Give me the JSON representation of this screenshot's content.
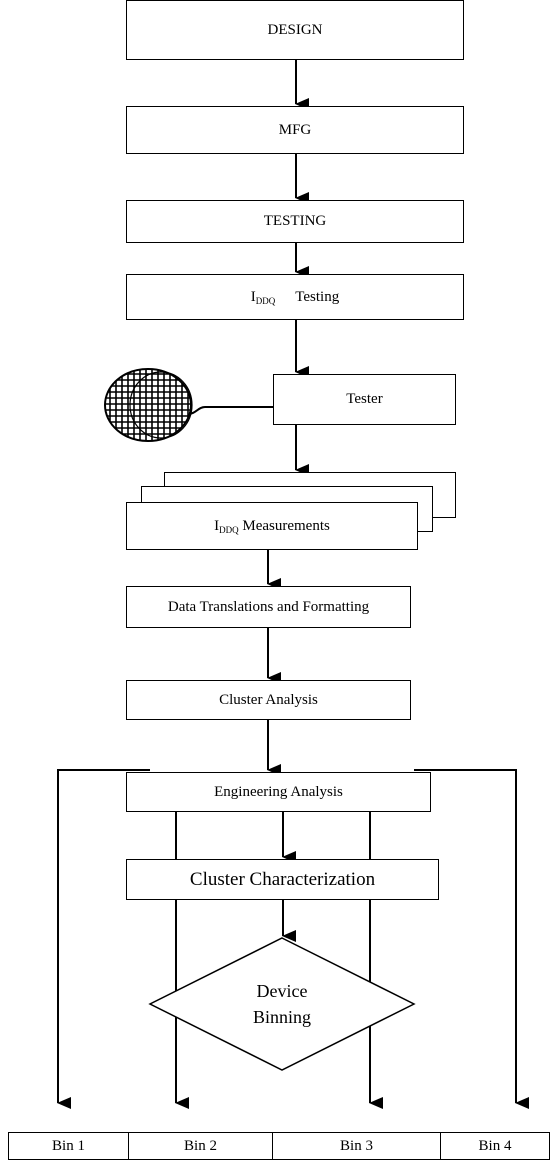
{
  "steps": {
    "design": "DESIGN",
    "mfg": "MFG",
    "testing": "TESTING",
    "iddq_prefix": "I",
    "iddq_sub": "DDQ",
    "iddq_testing_suffix": "Testing",
    "tester": "Tester",
    "iddq_measurements_suffix": "Measurements",
    "data_translations": "Data Translations and Formatting",
    "cluster_analysis": "Cluster Analysis",
    "engineering_analysis": "Engineering Analysis",
    "cluster_characterization": "Cluster Characterization"
  },
  "decision": {
    "line1": "Device",
    "line2": "Binning"
  },
  "bins": [
    "Bin 1",
    "Bin 2",
    "Bin 3",
    "Bin 4"
  ]
}
